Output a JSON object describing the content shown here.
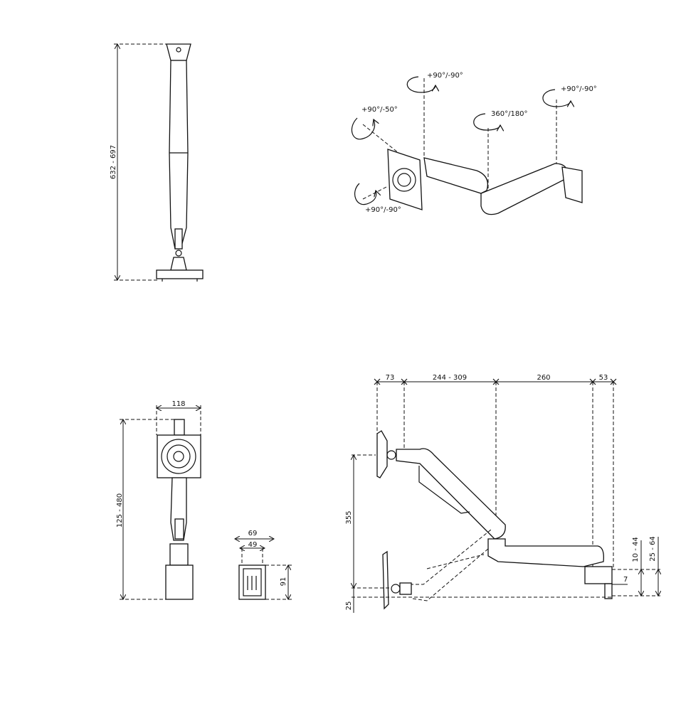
{
  "views": {
    "side_collapsed": {
      "height_label": "632 - 697"
    },
    "isometric": {
      "rotations": {
        "head_top": "+90°/-90°",
        "tilt": "+90°/-50°",
        "elbow": "360°/180°",
        "wall_pivot": "+90°/-90°",
        "head_bottom": "+90°/-90°"
      }
    },
    "front": {
      "width_label": "118",
      "height_label": "125 - 480"
    },
    "clamp": {
      "outer_width": "69",
      "inner_width": "49",
      "height": "91"
    },
    "side_extended": {
      "reach": [
        "73",
        "244 - 309",
        "260",
        "53"
      ],
      "vertical_travel": "355",
      "bottom_offset": "25",
      "clamp_range_1": "10 - 44",
      "clamp_range_2": "25 - 64",
      "clamp_gap": "7"
    }
  }
}
